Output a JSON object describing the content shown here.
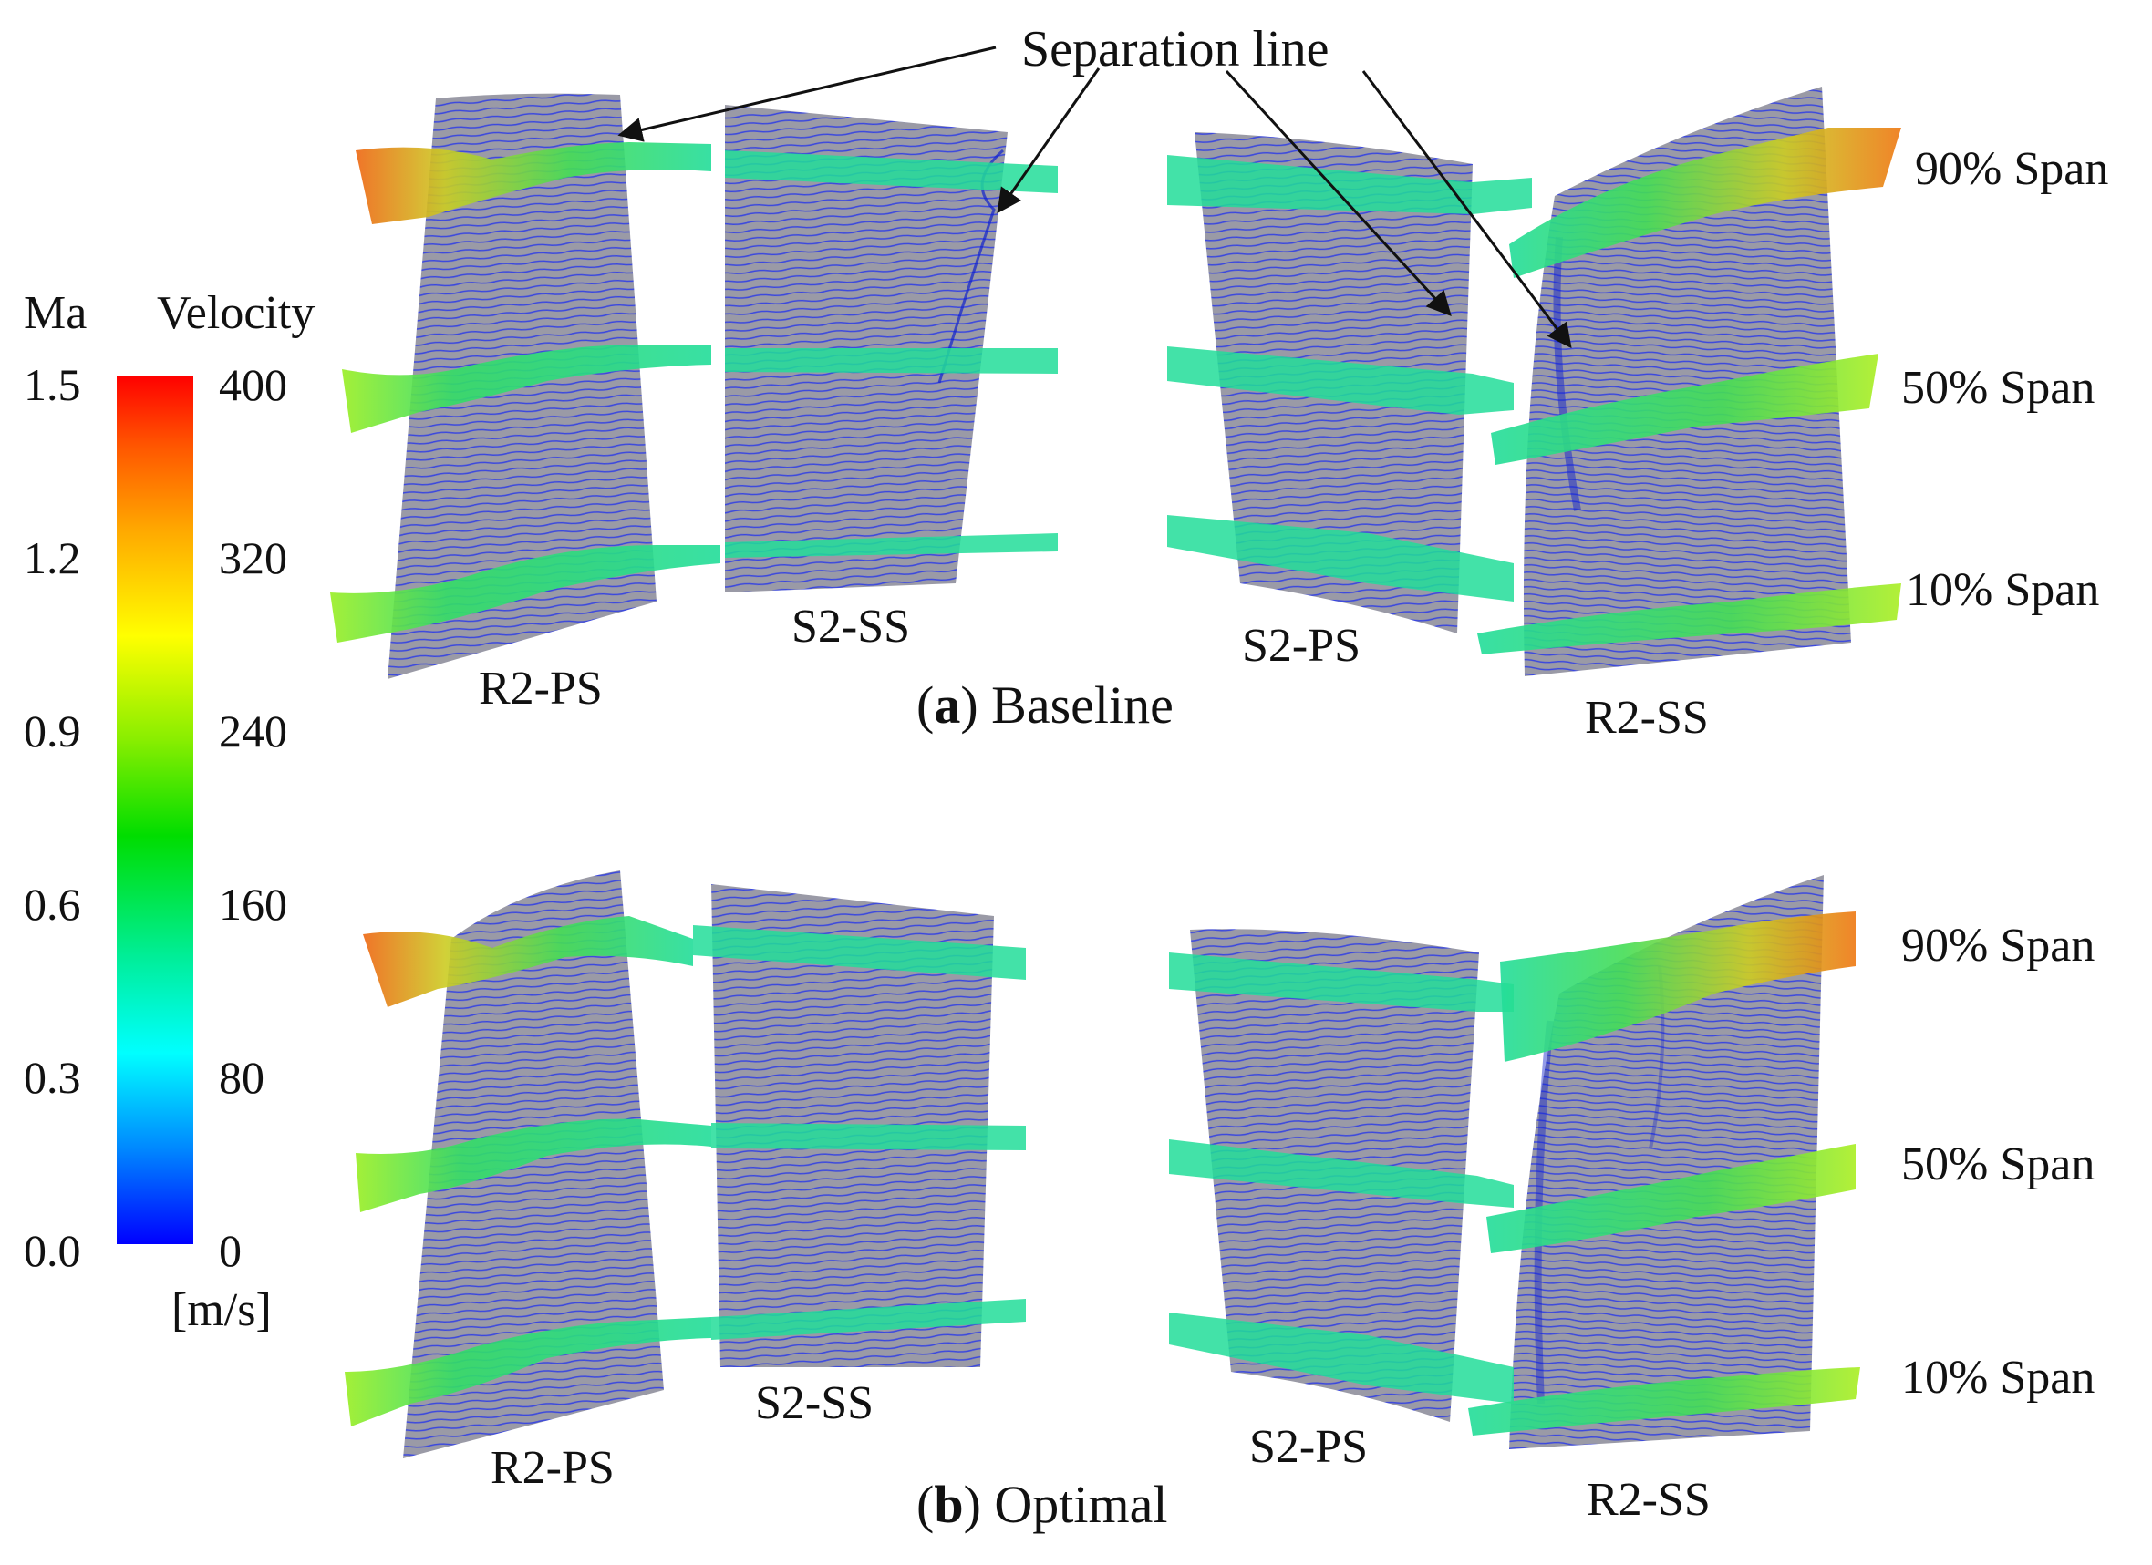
{
  "legend": {
    "ma_title": "Ma",
    "velocity_title": "Velocity",
    "ma_ticks": [
      "1.5",
      "1.2",
      "0.9",
      "0.6",
      "0.3",
      "0.0"
    ],
    "velocity_ticks": [
      "400",
      "320",
      "240",
      "160",
      "80",
      "0"
    ],
    "unit": "[m/s]",
    "colormap": [
      "#0000ff",
      "#00aaff",
      "#00ffff",
      "#00e8a0",
      "#00dd00",
      "#88ee00",
      "#ffff00",
      "#ffaa00",
      "#ff5500",
      "#ff0000"
    ]
  },
  "annotation": {
    "text": "Separation line"
  },
  "panels": [
    {
      "id": "a",
      "caption_letter": "a",
      "caption_text": " Baseline",
      "blade_labels": [
        "R2-PS",
        "S2-SS",
        "S2-PS",
        "R2-SS"
      ],
      "span_labels": [
        "90% Span",
        "50% Span",
        "10% Span"
      ]
    },
    {
      "id": "b",
      "caption_letter": "b",
      "caption_text": " Optimal",
      "blade_labels": [
        "R2-PS",
        "S2-SS",
        "S2-PS",
        "R2-SS"
      ],
      "span_labels": [
        "90% Span",
        "50% Span",
        "10% Span"
      ]
    }
  ],
  "colors": {
    "blade_surface": "#9c9ca8",
    "streamline": "#2233ee",
    "band_mid": "#22dd99",
    "band_hot": "#ee7711"
  }
}
